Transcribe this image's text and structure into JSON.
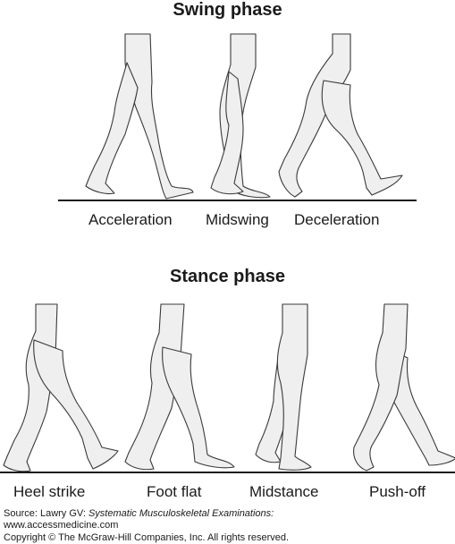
{
  "swing": {
    "title": "Swing phase",
    "labels": [
      "Acceleration",
      "Midswing",
      "Deceleration"
    ]
  },
  "stance": {
    "title": "Stance phase",
    "labels": [
      "Heel strike",
      "Foot flat",
      "Midstance",
      "Push-off"
    ]
  },
  "credit": {
    "source_prefix": "Source: Lawry GV: ",
    "source_title": "Systematic Musculoskeletal Examinations:",
    "url": "www.accessmedicine.com",
    "copyright": "Copyright © The McGraw-Hill Companies, Inc. All rights reserved."
  },
  "colors": {
    "leg_fill": "#efefef",
    "outline": "#3a3a3a",
    "ground": "#1a1a1a"
  }
}
